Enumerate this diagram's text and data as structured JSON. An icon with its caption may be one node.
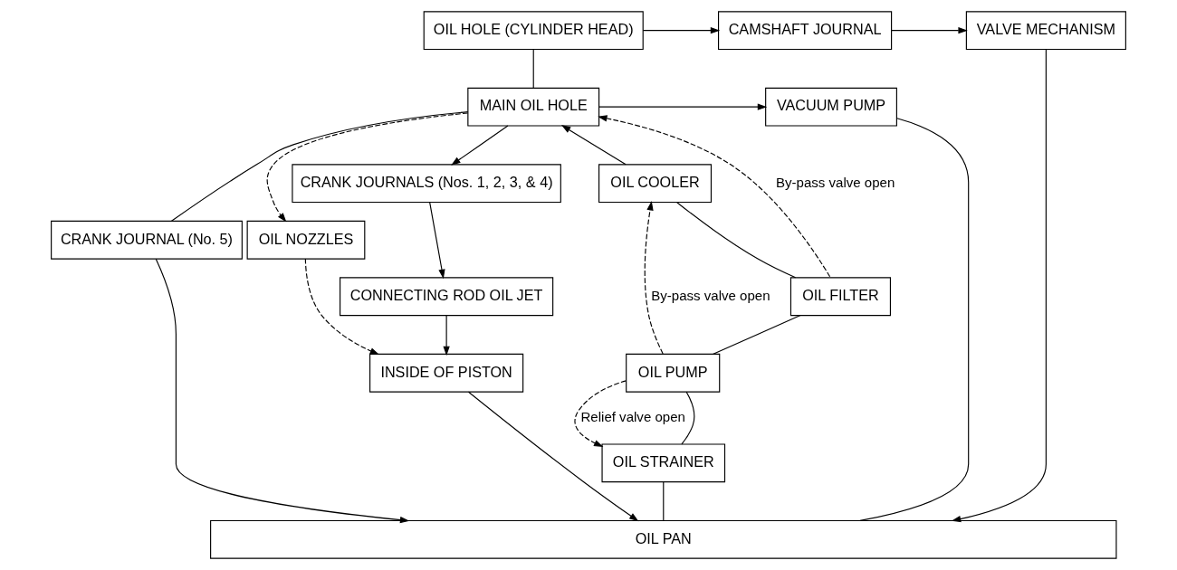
{
  "diagram": {
    "nodes": [
      {
        "text": [
          "OIL HOLE (CYLINDER HEAD)"
        ]
      },
      {
        "text": [
          "CAMSHAFT JOURNAL"
        ]
      },
      {
        "text": [
          "VALVE MECHANISM"
        ]
      },
      {
        "text": [
          "VACUUM PUMP"
        ]
      },
      {
        "text": [
          "MAIN OIL HOLE"
        ]
      },
      {
        "text": [
          "CRANK JOURNALS (Nos. 1, 2, 3, & 4)"
        ]
      },
      {
        "text": [
          "OIL COOLER"
        ]
      },
      {
        "text": [
          "CRANK JOURNAL (No. 5)"
        ]
      },
      {
        "text": [
          "CONNECTING ROD OIL JET"
        ]
      },
      {
        "text": [
          "OIL NOZZLES"
        ]
      },
      {
        "text": [
          "OIL FILTER"
        ]
      },
      {
        "text": [
          "INSIDE OF PISTON"
        ]
      },
      {
        "text": [
          "OIL PUMP"
        ]
      },
      {
        "text": [
          "OIL STRAINER"
        ]
      },
      {
        "text": [
          "OIL PAN"
        ]
      }
    ],
    "edges": [
      {
        "from": 4,
        "to": 0,
        "arrow": "none"
      },
      {
        "from": 0,
        "to": 1,
        "arrow": "to"
      },
      {
        "from": 1,
        "to": 2,
        "arrow": "to"
      },
      {
        "from": 2,
        "to": 14,
        "arrow": "to"
      },
      {
        "from": 4,
        "to": 3,
        "arrow": "to"
      },
      {
        "from": 3,
        "to": 14,
        "arrow": "none"
      },
      {
        "from": 4,
        "to": 7,
        "arrow": "none"
      },
      {
        "from": 7,
        "to": 14,
        "arrow": "to"
      },
      {
        "from": 4,
        "to": 5,
        "arrow": "to"
      },
      {
        "from": 4,
        "to": 9,
        "arrow": "to",
        "style": "dashed"
      },
      {
        "from": 5,
        "to": 8,
        "arrow": "to"
      },
      {
        "from": 8,
        "to": 11,
        "arrow": "to"
      },
      {
        "from": 9,
        "to": 11,
        "arrow": "to",
        "style": "dashed"
      },
      {
        "from": 11,
        "to": 14,
        "arrow": "to"
      },
      {
        "from": 6,
        "to": 4,
        "arrow": "to"
      },
      {
        "from": 10,
        "to": 4,
        "arrow": "to",
        "style": "dashed",
        "label": "By-pass valve open"
      },
      {
        "from": 10,
        "to": 6,
        "arrow": "none"
      },
      {
        "from": 12,
        "to": 6,
        "arrow": "to",
        "style": "dashed",
        "label": "By-pass valve open"
      },
      {
        "from": 12,
        "to": 10,
        "arrow": "none"
      },
      {
        "from": 12,
        "to": 13,
        "arrow": "to",
        "style": "dashed",
        "label": "Relief valve open"
      },
      {
        "from": 13,
        "to": 12,
        "arrow": "none"
      },
      {
        "from": 13,
        "to": 14,
        "arrow": "none"
      }
    ]
  }
}
